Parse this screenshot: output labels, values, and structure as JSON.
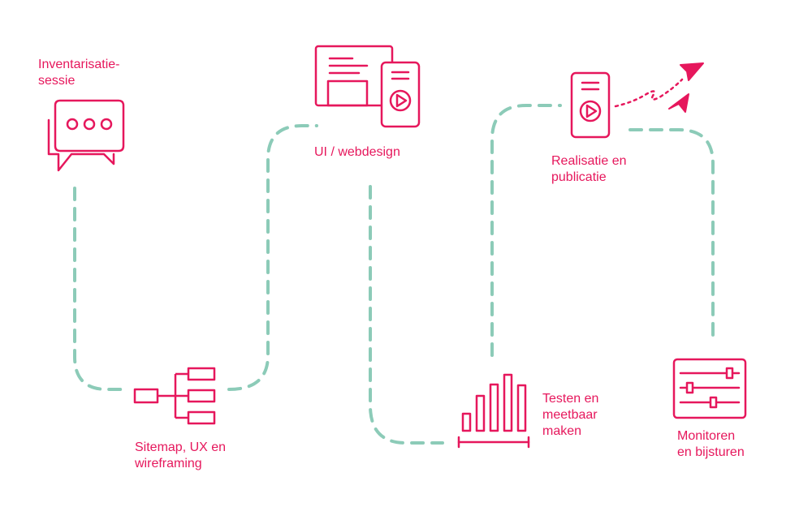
{
  "colors": {
    "accent": "#e6175c",
    "path": "#8ccbb8",
    "background": "#ffffff"
  },
  "steps": [
    {
      "icon": "chat-bubble-icon",
      "label": "Inventarisatie-\nsessie"
    },
    {
      "icon": "sitemap-icon",
      "label": "Sitemap, UX en\nwireframing"
    },
    {
      "icon": "webdesign-screens-icon",
      "label": "UI / webdesign"
    },
    {
      "icon": "bar-chart-icon",
      "label": "Testen en\nmeetbaar\nmaken"
    },
    {
      "icon": "mobile-launch-icon",
      "label": "Realisatie en\npublicatie"
    },
    {
      "icon": "sliders-icon",
      "label": "Monitoren\nen bijsturen"
    }
  ]
}
